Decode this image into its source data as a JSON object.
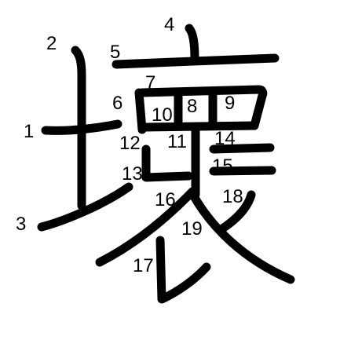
{
  "character": "壞",
  "stroke_numbers": [
    "1",
    "2",
    "3",
    "4",
    "5",
    "6",
    "7",
    "8",
    "9",
    "10",
    "11",
    "12",
    "13",
    "14",
    "15",
    "16",
    "17",
    "18",
    "19"
  ],
  "colors": {
    "background": "#ffffff",
    "ink": "#000000"
  }
}
